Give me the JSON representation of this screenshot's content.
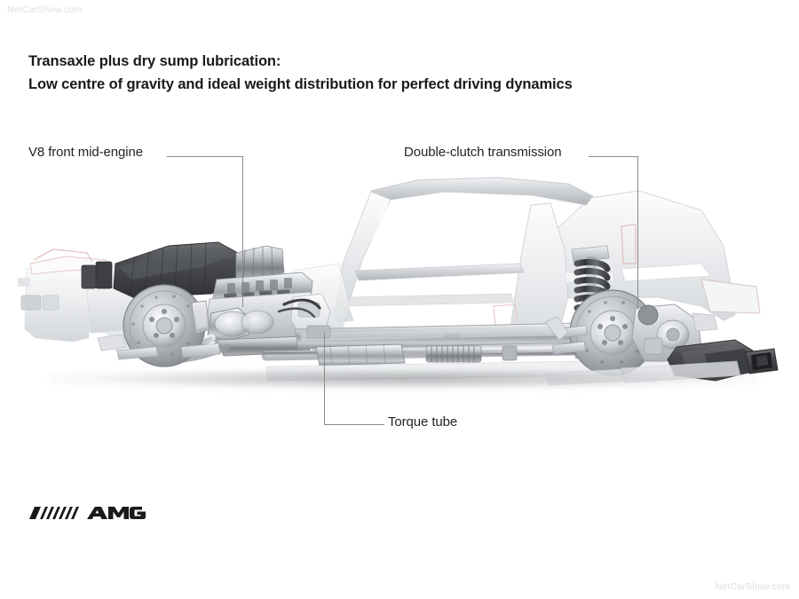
{
  "watermark": {
    "top_left": "NetCarShow.com",
    "bottom_right": "NetCarShow.com"
  },
  "headline": {
    "line1": "Transaxle plus dry sump lubrication:",
    "line2": "Low centre of gravity and ideal weight distribution for perfect driving dynamics"
  },
  "callouts": [
    {
      "id": "v8-front-mid-engine",
      "label": "V8 front mid-engine"
    },
    {
      "id": "double-clutch-transmission",
      "label": "Double-clutch transmission"
    },
    {
      "id": "torque-tube",
      "label": "Torque tube"
    }
  ],
  "brand": {
    "logo_name": "amg-logo",
    "logo_text": "AMG"
  },
  "illustration": {
    "subject": "sports-car-chassis-cutaway-side-view",
    "components": [
      "front-crash-structure",
      "front-subframe",
      "air-intake-box",
      "front-brake-disc",
      "v8-engine-block",
      "exhaust-manifold",
      "torque-tube",
      "centre-exhaust-pipe",
      "aluminium-spaceframe",
      "a-pillar",
      "roof-rail",
      "b-pillar",
      "rear-coil-spring",
      "rear-brake-disc",
      "transaxle-housing",
      "rear-muffler",
      "exhaust-tailpipe",
      "ground-shadow"
    ]
  },
  "colors": {
    "background": "#ffffff",
    "text": "#1a1a1a",
    "callout_text": "#242424",
    "leader_line": "#8a8a8a",
    "watermark": "#dedede",
    "metal_light": "#e9eaec",
    "metal_mid": "#c5c7cb",
    "metal_dark": "#8e9196",
    "dark_part": "#4a4a4c",
    "accent_red": "#e0b4b4"
  }
}
